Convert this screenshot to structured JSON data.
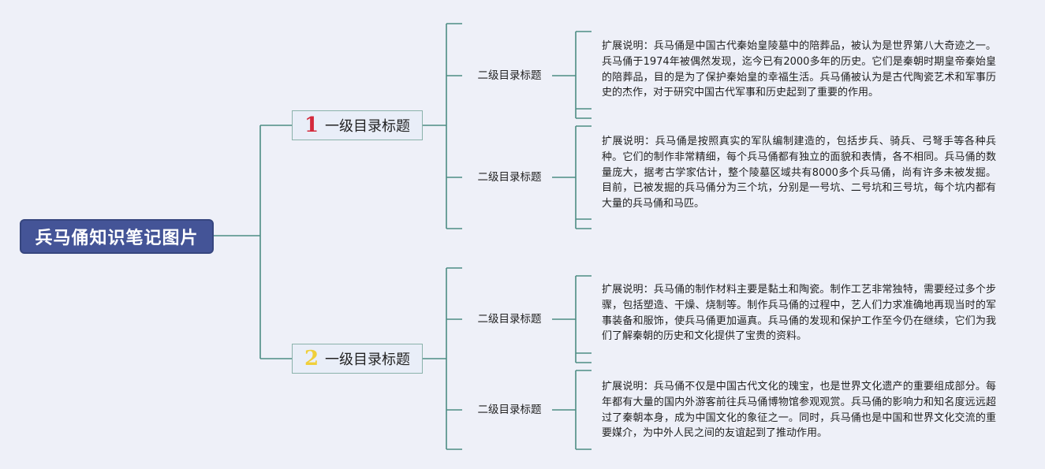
{
  "root": {
    "title": "兵马俑知识笔记图片"
  },
  "sections": [
    {
      "number": "1",
      "number_color": "#d42a3c",
      "title": "一级目录标题",
      "subsections": [
        {
          "title": "二级目录标题",
          "description": "扩展说明：兵马俑是中国古代秦始皇陵墓中的陪葬品，被认为是世界第八大奇迹之一。兵马俑于1974年被偶然发现，迄今已有2000多年的历史。它们是秦朝时期皇帝秦始皇的陪葬品，目的是为了保护秦始皇的幸福生活。兵马俑被认为是古代陶瓷艺术和军事历史的杰作，对于研究中国古代军事和历史起到了重要的作用。"
        },
        {
          "title": "二级目录标题",
          "description": "扩展说明：兵马俑是按照真实的军队编制建造的，包括步兵、骑兵、弓弩手等各种兵种。它们的制作非常精细，每个兵马俑都有独立的面貌和表情，各不相同。兵马俑的数量庞大，据考古学家估计，整个陵墓区域共有8000多个兵马俑，尚有许多未被发掘。目前，已被发掘的兵马俑分为三个坑，分别是一号坑、二号坑和三号坑，每个坑内都有大量的兵马俑和马匹。"
        }
      ]
    },
    {
      "number": "2",
      "number_color": "#f0cf3a",
      "title": "一级目录标题",
      "subsections": [
        {
          "title": "二级目录标题",
          "description": "扩展说明：兵马俑的制作材料主要是黏土和陶瓷。制作工艺非常独特，需要经过多个步骤，包括塑造、干燥、烧制等。制作兵马俑的过程中，艺人们力求准确地再现当时的军事装备和服饰，使兵马俑更加逼真。兵马俑的发现和保护工作至今仍在继续，它们为我们了解秦朝的历史和文化提供了宝贵的资料。"
        },
        {
          "title": "二级目录标题",
          "description": "扩展说明：兵马俑不仅是中国古代文化的瑰宝，也是世界文化遗产的重要组成部分。每年都有大量的国内外游客前往兵马俑博物馆参观观赏。兵马俑的影响力和知名度远远超过了秦朝本身，成为中国文化的象征之一。同时，兵马俑也是中国和世界文化交流的重要媒介，为中外人民之间的友谊起到了推动作用。"
        }
      ]
    }
  ]
}
